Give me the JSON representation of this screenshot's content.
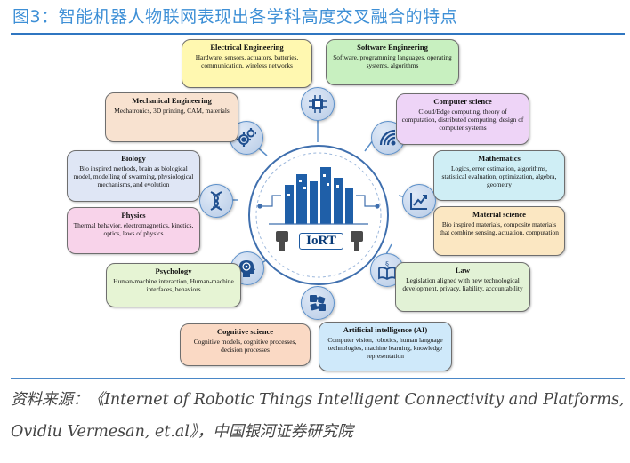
{
  "figure": {
    "title": "图3：智能机器人物联网表现出各学科高度交叉融合的特点",
    "source": "资料来源：《Internet of Robotic Things Intelligent Connectivity and Platforms, Ovidiu Vermesan, et.al》，中国银河证券研究院"
  },
  "hub": {
    "label": "IoRT"
  },
  "disciplines": [
    {
      "key": "electrical",
      "title": "Electrical Engineering",
      "desc": "Hardware, sensors, actuators, batteries, communication, wireless networks",
      "color": "#fff8b0"
    },
    {
      "key": "software",
      "title": "Software Engineering",
      "desc": "Software, programming languages, operating systems, algorithms",
      "color": "#c8f0c0"
    },
    {
      "key": "computer",
      "title": "Computer science",
      "desc": "Cloud/Edge computing, theory of computation, distributed computing, design of computer systems",
      "color": "#eed4f7"
    },
    {
      "key": "mathematics",
      "title": "Mathematics",
      "desc": "Logics, error estimation, algorithms, statistical evaluation, optimization, algebra, geometry",
      "color": "#cfeef5"
    },
    {
      "key": "material",
      "title": "Material science",
      "desc": "Bio inspired materials, composite materials that combine sensing, actuation, computation",
      "color": "#fbe7c2"
    },
    {
      "key": "law",
      "title": "Law",
      "desc": "Legislation aligned with new technological development, privacy, liability, accountability",
      "color": "#e2f2d6"
    },
    {
      "key": "ai",
      "title": "Artificial intelligence (AI)",
      "desc": "Computer vision, robotics, human language technologies, machine learning, knowledge representation",
      "color": "#cfe9fa"
    },
    {
      "key": "cognitive",
      "title": "Cognitive science",
      "desc": "Cognitive models, cognitive processes, decision processes",
      "color": "#fad9c4"
    },
    {
      "key": "psychology",
      "title": "Psychology",
      "desc": "Human-machine interaction, Human-machine interfaces, behaviors",
      "color": "#e6f4d4"
    },
    {
      "key": "physics",
      "title": "Physics",
      "desc": "Thermal behavior, electromagnetics, kinetics, optics, laws of physics",
      "color": "#f8d3ea"
    },
    {
      "key": "biology",
      "title": "Biology",
      "desc": "Bio inspired methods, brain as biological model, modelling of swarming, physiological mechanisms, and evolution",
      "color": "#dfe6f5"
    },
    {
      "key": "mechanical",
      "title": "Mechanical Engineering",
      "desc": "Mechatronics, 3D printing, CAM, materials",
      "color": "#f8e2d0"
    }
  ],
  "icons": [
    "chip-icon",
    "wifi-icon",
    "growth-chart-icon",
    "law-book-icon",
    "puzzle-icon",
    "brain-head-icon",
    "dna-icon",
    "gears-icon"
  ]
}
